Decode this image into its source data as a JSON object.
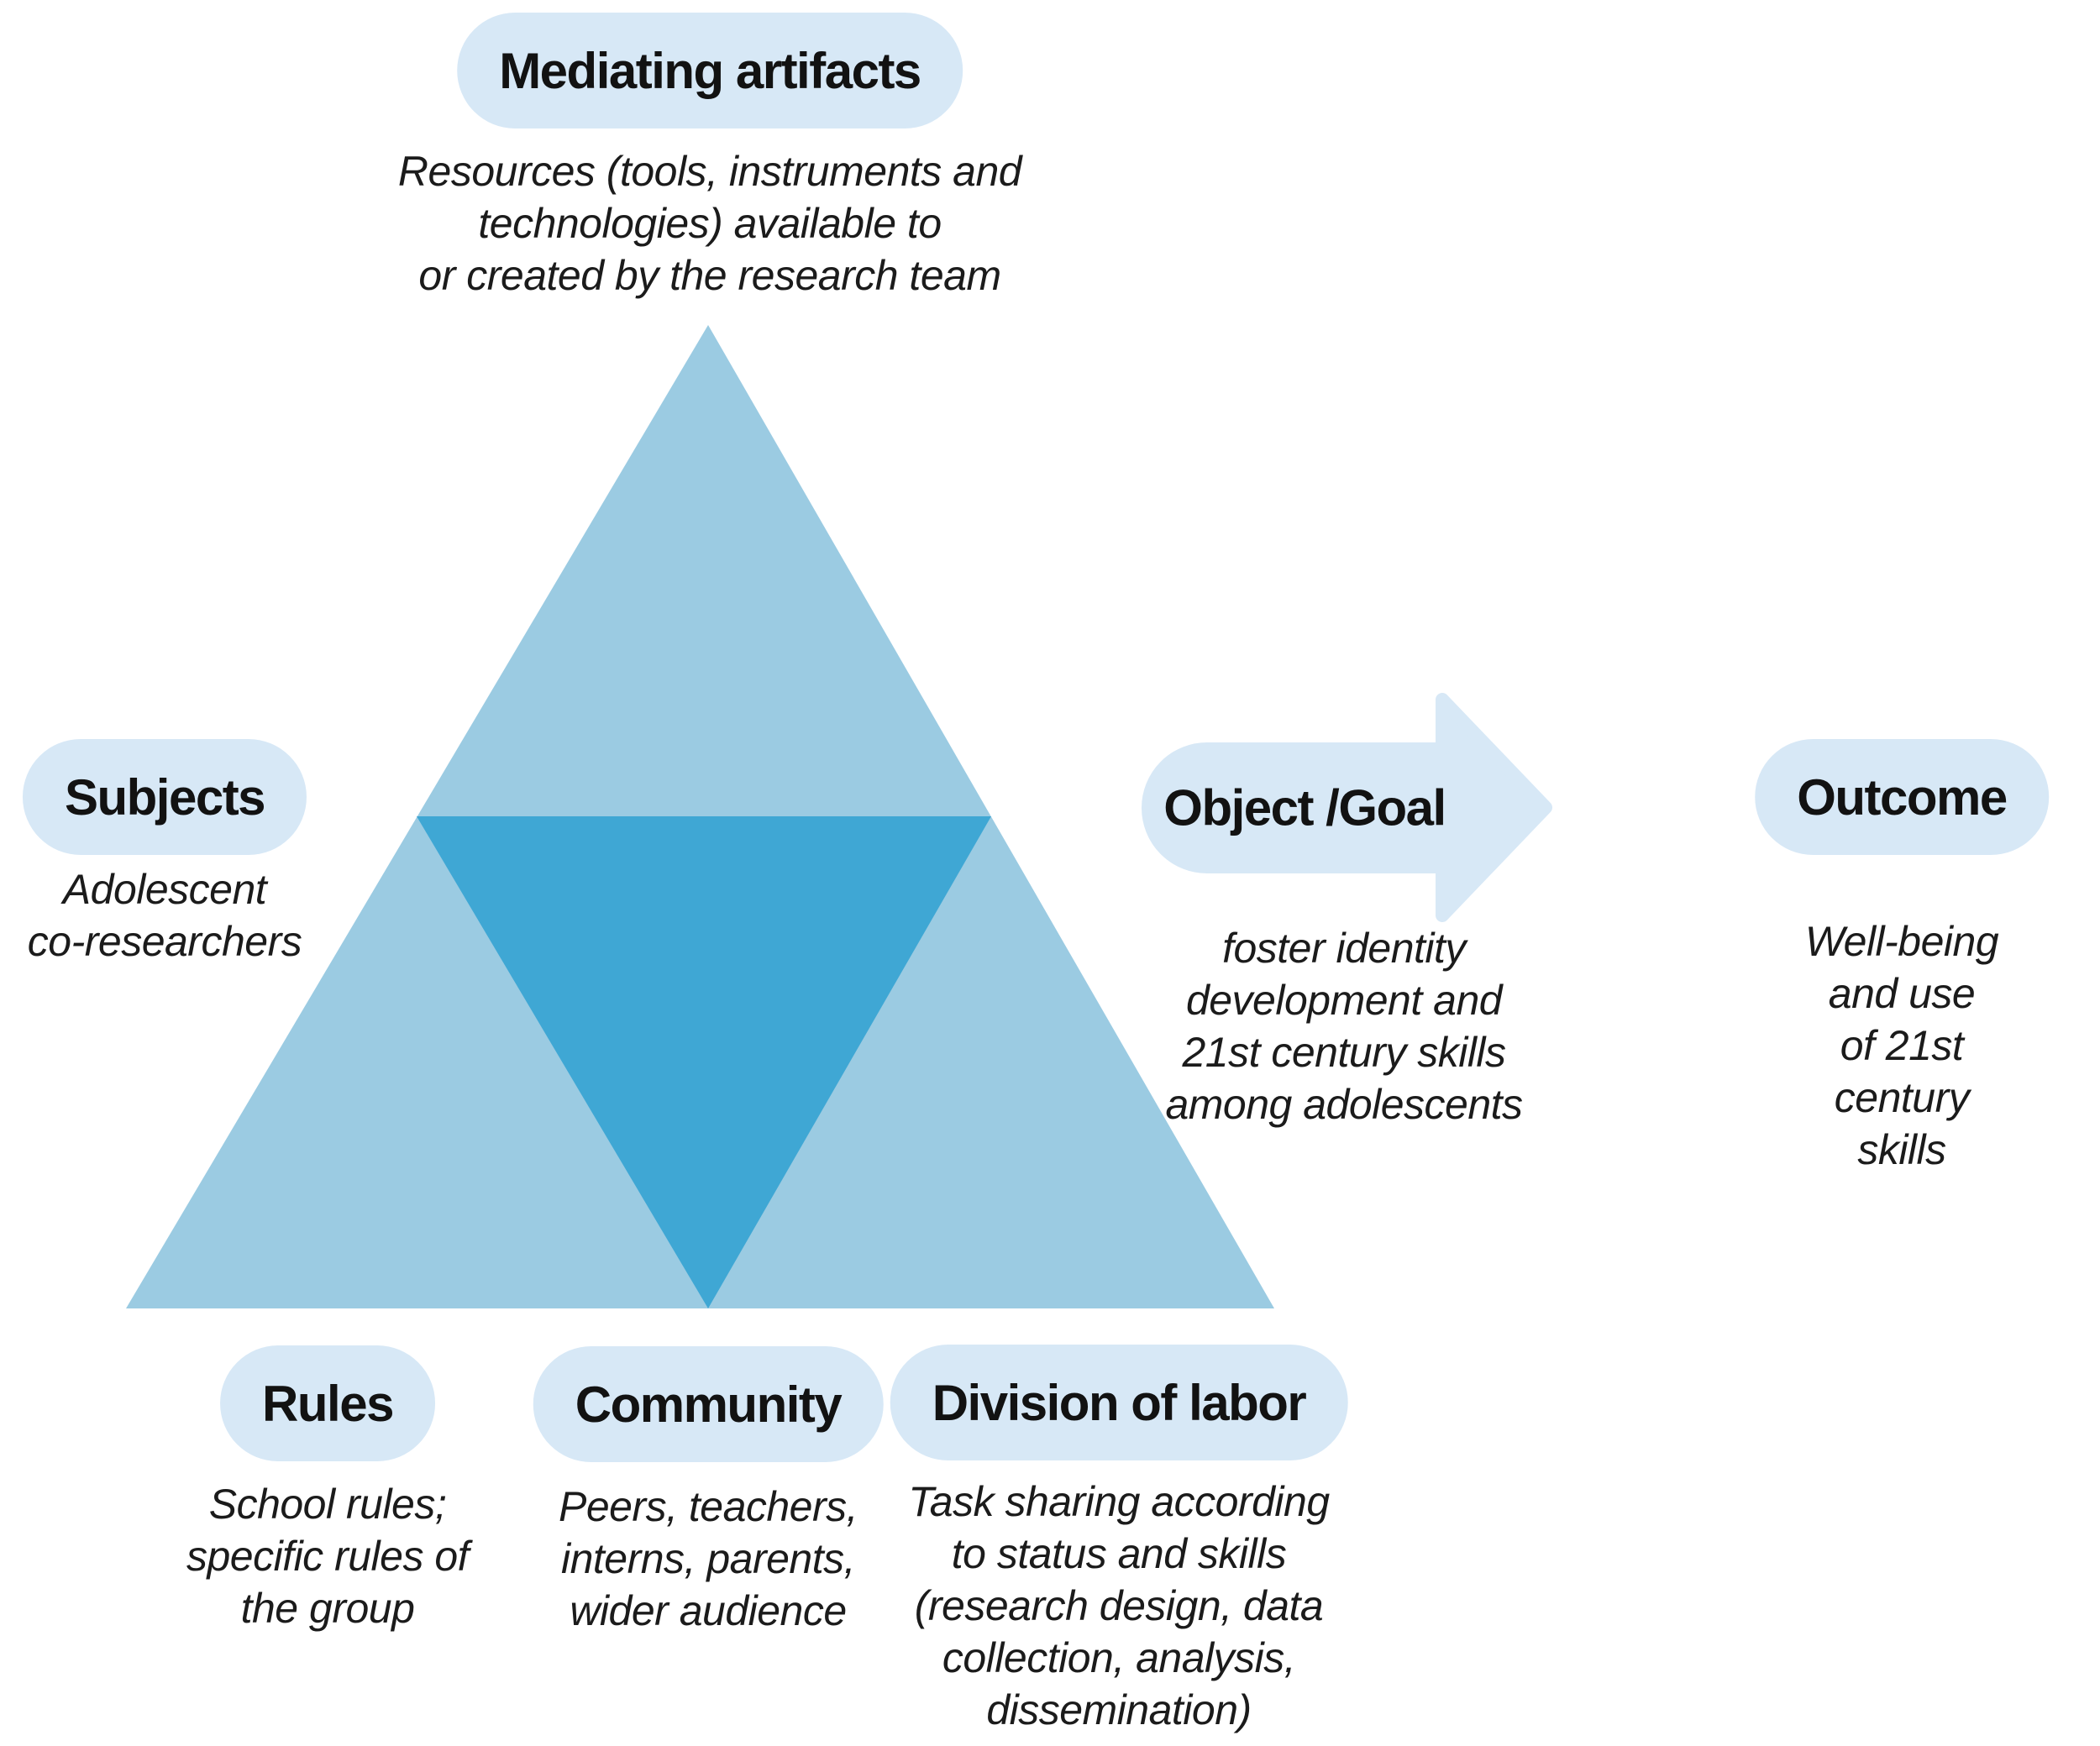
{
  "diagram": {
    "title_hint": "Activity system model of the research team",
    "colors": {
      "triangle_light": "#9bcbe2",
      "triangle_dark": "#3fa7d4",
      "pill_bg": "#d7e8f6",
      "text": "#1b1b1b"
    },
    "nodes": {
      "mediating_artifacts": {
        "label": "Mediating artifacts",
        "description": "Resources (tools, instruments and\ntechnologies) available to\nor created by the research team"
      },
      "subjects": {
        "label": "Subjects",
        "description": "Adolescent\nco-researchers"
      },
      "object_goal": {
        "label": "Object /Goal",
        "description": "foster identity\ndevelopment and\n21st century skills\namong adolescents"
      },
      "outcome": {
        "label": "Outcome",
        "description": "Well-being and use\nof 21st century\nskills"
      },
      "rules": {
        "label": "Rules",
        "description": "School rules;\nspecific rules of\nthe group"
      },
      "community": {
        "label": "Community",
        "description": "Peers, teachers,\ninterns, parents,\nwider audience"
      },
      "division_of_labor": {
        "label": "Division of labor",
        "description": "Task sharing according\nto status and skills\n(research design, data\ncollection, analysis,\ndissemination)"
      }
    }
  }
}
